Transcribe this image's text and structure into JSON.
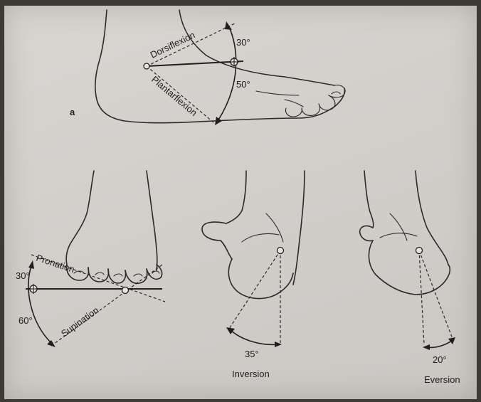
{
  "panel_a": {
    "letter": "a",
    "dorsiflexion_label": "Dorsiflexion",
    "plantarflexion_label": "Plantarflexion",
    "dorsiflexion_angle": "30°",
    "plantarflexion_angle": "50°"
  },
  "panel_b": {
    "pronation_label": "Pronation",
    "supination_label": "Supination",
    "pronation_angle": "30°",
    "supination_angle": "60°"
  },
  "panel_c": {
    "inversion_angle": "35°",
    "inversion_label": "Inversion"
  },
  "panel_d": {
    "eversion_angle": "20°",
    "eversion_label": "Eversion"
  }
}
